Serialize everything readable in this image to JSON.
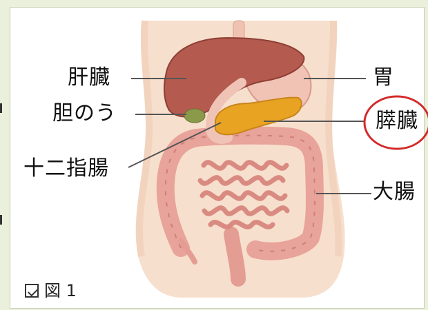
{
  "labels": {
    "liver": "肝臓",
    "gallbladder": "胆のう",
    "duodenum": "十二指腸",
    "stomach": "胃",
    "pancreas": "膵臓",
    "large_intestine": "大腸"
  },
  "figure_caption": "図 1",
  "highlight": {
    "target": "pancreas",
    "color": "#d42a2a"
  },
  "colors": {
    "body_skin": "#f7dfcd",
    "liver": "#b45a4e",
    "pancreas": "#e8a322",
    "intestine": "#e8a39a",
    "stomach": "#f1c3b4",
    "gallbladder": "#8a9a4a"
  }
}
